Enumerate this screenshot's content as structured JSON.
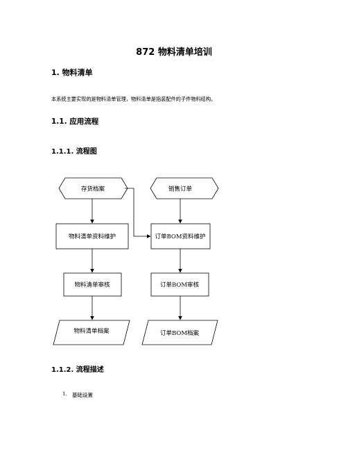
{
  "document": {
    "title": "872 物料清单培训",
    "section1_heading": "1.  物料清单",
    "section1_body": "本系统主要实现的是物料清单管理，物料清单是指装配件的子件物料结构。",
    "section11_heading": "1.1. 应用流程",
    "section111_heading": "1.1.1. 流程图",
    "section112_heading": "1.1.2. 流程描述",
    "list": [
      {
        "number": "1.",
        "text": "基础设置"
      }
    ]
  },
  "flowchart": {
    "nodes": {
      "inventory_archive": "存货档案",
      "sales_order": "销售订单",
      "bom_maintain": "物料清单资料维护",
      "order_bom_maintain": "订单BOM资料维护",
      "bom_review": "物料清单审核",
      "order_bom_review": "订单BOM审核",
      "bom_archive": "物料清单档案",
      "order_bom_archive": "订单BOM档案"
    }
  }
}
